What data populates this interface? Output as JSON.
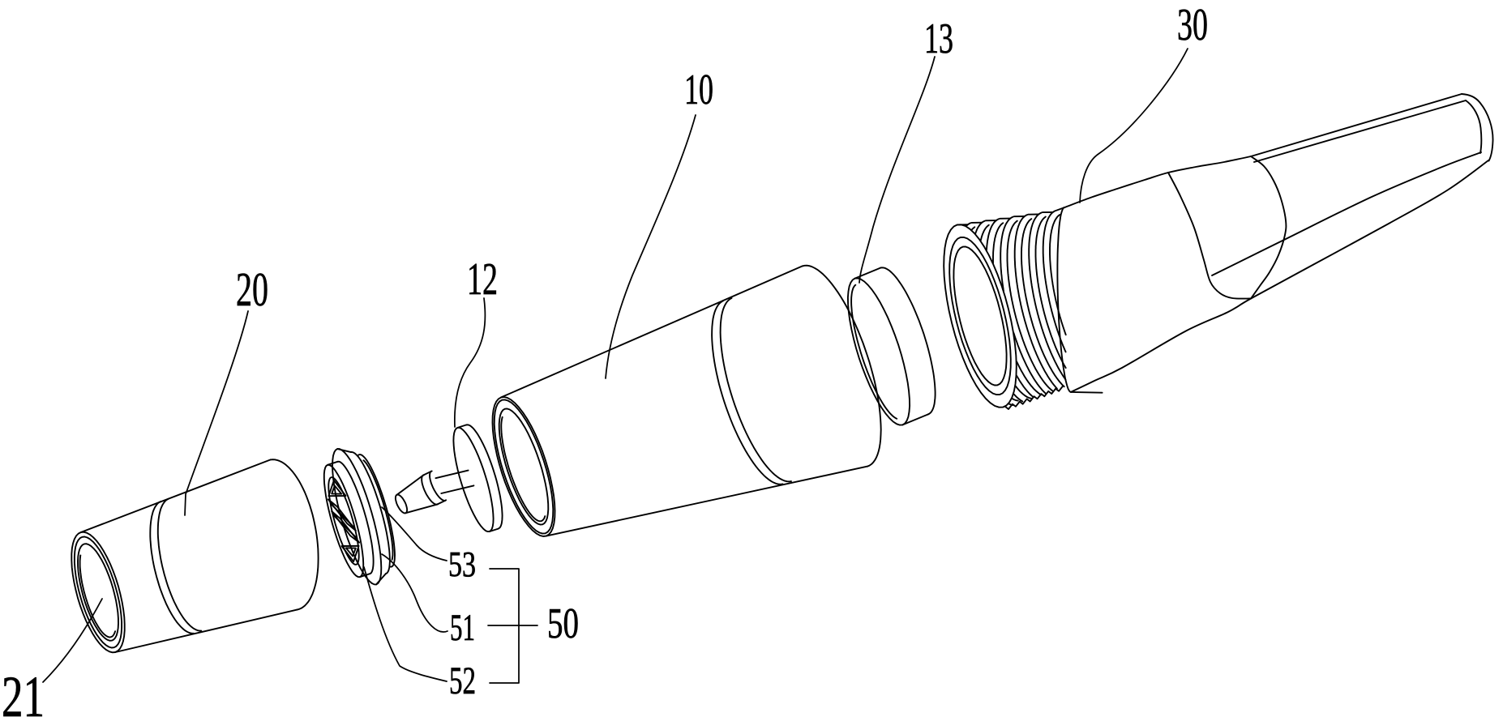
{
  "figure": {
    "type": "patent-exploded-view-line-drawing",
    "background": "#ffffff",
    "line_color": "#000000",
    "labels": {
      "l10": "10",
      "l13": "13",
      "l30": "30",
      "l20": "20",
      "l12": "12",
      "l21": "21",
      "l53": "53",
      "l51": "51",
      "l52": "52",
      "l50": "50"
    }
  }
}
